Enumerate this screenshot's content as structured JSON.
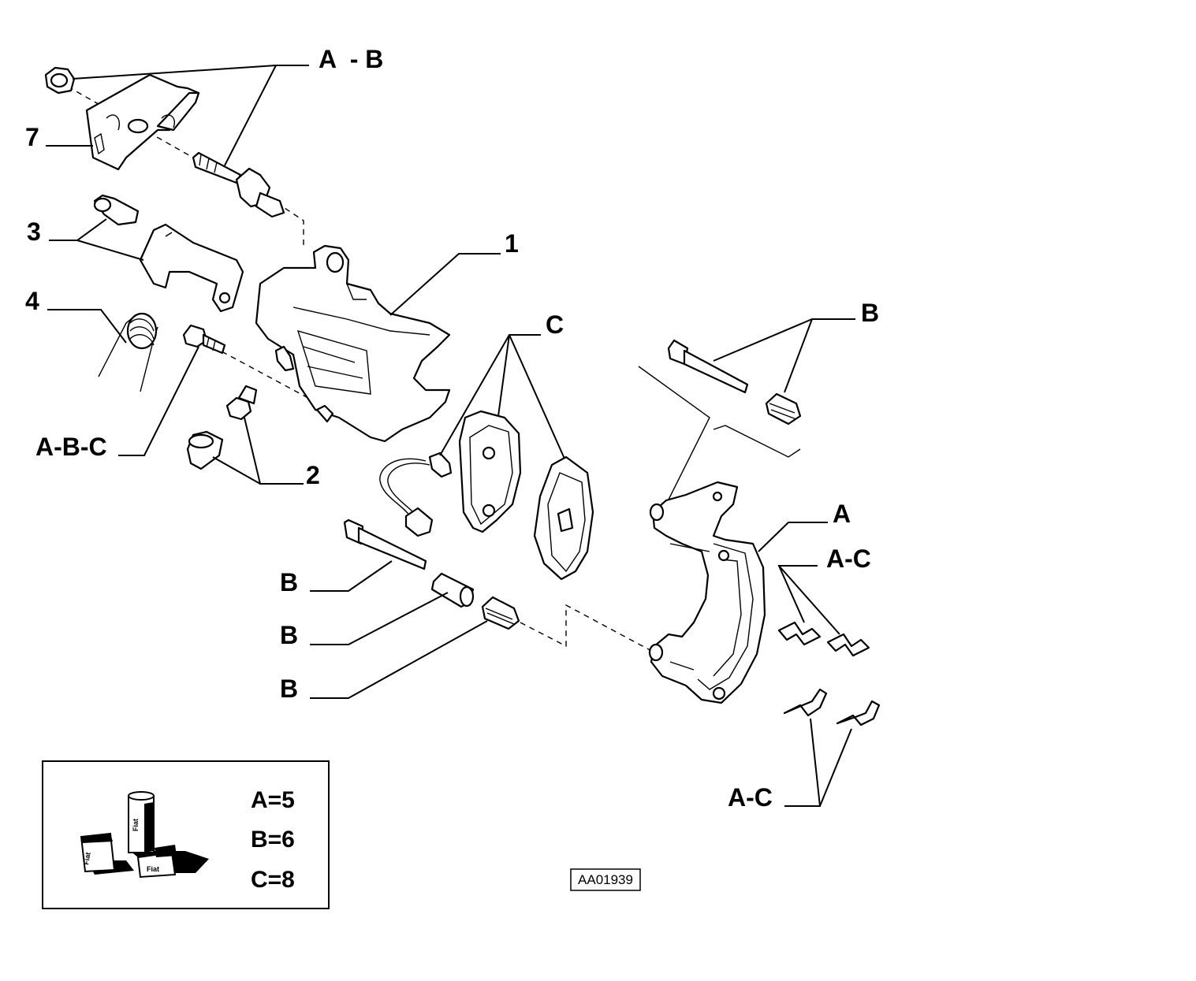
{
  "diagram": {
    "callouts": {
      "ab": "A  - B",
      "n7": "7",
      "n3": "3",
      "n4": "4",
      "n1": "1",
      "abc": "A-B-C",
      "n2": "2",
      "c": "C",
      "b_top": "B",
      "a": "A",
      "ac_top": "A-C",
      "b1": "B",
      "b2": "B",
      "b3": "B",
      "ac_bottom": "A-C"
    },
    "legend": {
      "a": "A=5",
      "b": "B=6",
      "c": "C=8",
      "tube_brand": "Fiat",
      "box1_brand": "Fiat",
      "box2_brand": "Fiat"
    },
    "drawing_code": "AA01939"
  }
}
